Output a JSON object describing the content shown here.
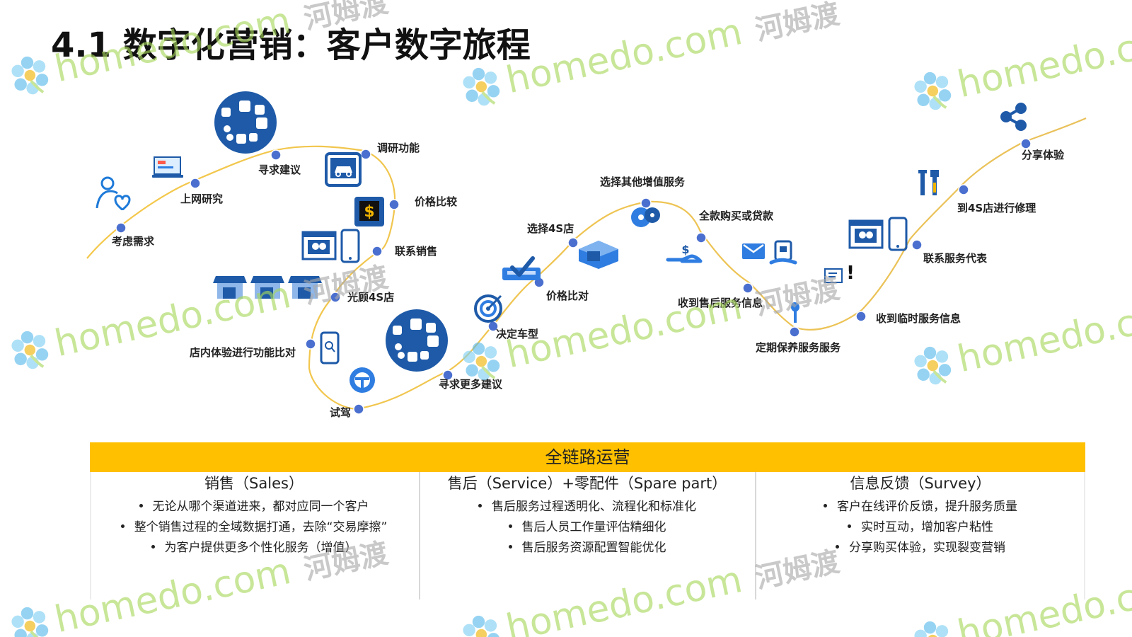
{
  "page": {
    "title": "4.1 数字化营销：客户数字旅程"
  },
  "journey": {
    "nodes": [
      {
        "id": "consider",
        "label": "考虑需求"
      },
      {
        "id": "online-research",
        "label": "上网研究"
      },
      {
        "id": "seek-advice",
        "label": "寻求建议"
      },
      {
        "id": "survey-function",
        "label": "调研功能"
      },
      {
        "id": "price-compare",
        "label": "价格比较"
      },
      {
        "id": "contact-sales",
        "label": "联系销售"
      },
      {
        "id": "visit-4s",
        "label": "光顾4S店"
      },
      {
        "id": "in-store-compare",
        "label": "店内体验进行功能比对"
      },
      {
        "id": "test-drive",
        "label": "试驾"
      },
      {
        "id": "seek-more-advice",
        "label": "寻求更多建议"
      },
      {
        "id": "decide-model",
        "label": "决定车型"
      },
      {
        "id": "price-check",
        "label": "价格比对"
      },
      {
        "id": "choose-4s",
        "label": "选择4S店"
      },
      {
        "id": "choose-value-added",
        "label": "选择其他增值服务"
      },
      {
        "id": "full-payment-loan",
        "label": "全款购买或贷款"
      },
      {
        "id": "after-sales-info",
        "label": "收到售后服务信息"
      },
      {
        "id": "regular-maintenance",
        "label": "定期保养服务服务"
      },
      {
        "id": "temp-service-info",
        "label": "收到临时服务信息"
      },
      {
        "id": "contact-service-rep",
        "label": "联系服务代表"
      },
      {
        "id": "repair-at-4s",
        "label": "到4S店进行修理"
      },
      {
        "id": "share-experience",
        "label": "分享体验"
      }
    ],
    "icons": [
      "person-heart-icon",
      "laptop-icon",
      "social-media-icon",
      "car-in-tablet-icon",
      "dollar-tablet-icon",
      "video-call-icon",
      "mobile-phone-icon",
      "4s-store-icon",
      "mobile-search-icon",
      "steering-wheel-icon",
      "target-icon",
      "money-check-icon",
      "store-building-icon",
      "gear-options-icon",
      "money-hand-icon",
      "email-icon",
      "mobile-transfer-icon",
      "wrench-icon",
      "notice-icon",
      "tools-icon",
      "share-icon"
    ]
  },
  "operations": {
    "band_title": "全链路运营",
    "panels": [
      {
        "title": "销售（Sales）",
        "items": [
          "无论从哪个渠道进来，都对应同一个客户",
          "整个销售过程的全域数据打通，去除“交易摩擦”",
          "为客户提供更多个性化服务（增值）"
        ]
      },
      {
        "title": "售后（Service）+零配件（Spare part）",
        "items": [
          "售后服务过程透明化、流程化和标准化",
          "售后人员工作量评估精细化",
          "售后服务资源配置智能优化"
        ]
      },
      {
        "title": "信息反馈（Survey）",
        "items": [
          "客户在线评价反馈，提升服务质量",
          "实时互动，增加客户粘性",
          "分享购买体验，实现裂变营销"
        ]
      }
    ]
  },
  "watermark": {
    "text": "homedo.com",
    "cn": "河姆渡"
  },
  "colors": {
    "curve": "#f0c64e",
    "node": "#4a6fcf",
    "icon_blue": "#1e5aa8",
    "band": "#ffc000",
    "watermark_green": "#a7d85a"
  }
}
